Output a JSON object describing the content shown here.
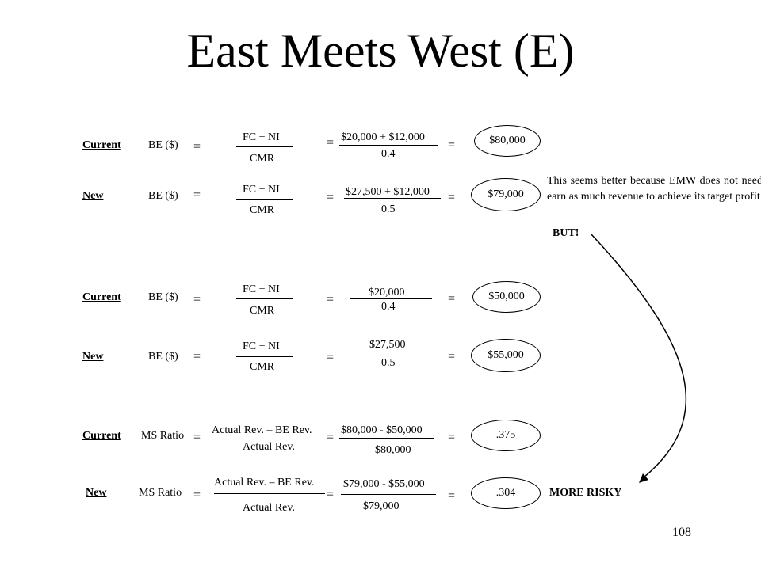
{
  "slide": {
    "title": "East Meets West (E)",
    "page_number": "108",
    "note": "This seems better because EMW does not need earn as much revenue to achieve its target profit",
    "but_label": "BUT!",
    "more_risky_label": "MORE RISKY",
    "equals": "="
  },
  "sections": [
    {
      "rows": [
        {
          "label": "Current",
          "measure": "BE ($)",
          "formula_num": "FC + NI",
          "formula_den": "CMR",
          "calc_num": "$20,000 + $12,000",
          "calc_den": "0.4",
          "result": "$80,000"
        },
        {
          "label": "New",
          "measure": "BE ($)",
          "formula_num": "FC + NI",
          "formula_den": "CMR",
          "calc_num": "$27,500 + $12,000",
          "calc_den": "0.5",
          "result": "$79,000"
        }
      ]
    },
    {
      "rows": [
        {
          "label": "Current",
          "measure": "BE ($)",
          "formula_num": "FC + NI",
          "formula_den": "CMR",
          "calc_num": "$20,000",
          "calc_den": "0.4",
          "result": "$50,000"
        },
        {
          "label": "New",
          "measure": "BE ($)",
          "formula_num": "FC + NI",
          "formula_den": "CMR",
          "calc_num": "$27,500",
          "calc_den": "0.5",
          "result": "$55,000"
        }
      ]
    },
    {
      "rows": [
        {
          "label": "Current",
          "measure": "MS Ratio",
          "formula_num": "Actual Rev. – BE Rev.",
          "formula_den": "Actual Rev.",
          "calc_num": "$80,000 - $50,000",
          "calc_den": "$80,000",
          "result": ".375"
        },
        {
          "label": "New",
          "measure": "MS Ratio",
          "formula_num": "Actual Rev. – BE Rev.",
          "formula_den": "Actual Rev.",
          "calc_num": "$79,000 - $55,000",
          "calc_den": "$79,000",
          "result": ".304"
        }
      ]
    }
  ]
}
